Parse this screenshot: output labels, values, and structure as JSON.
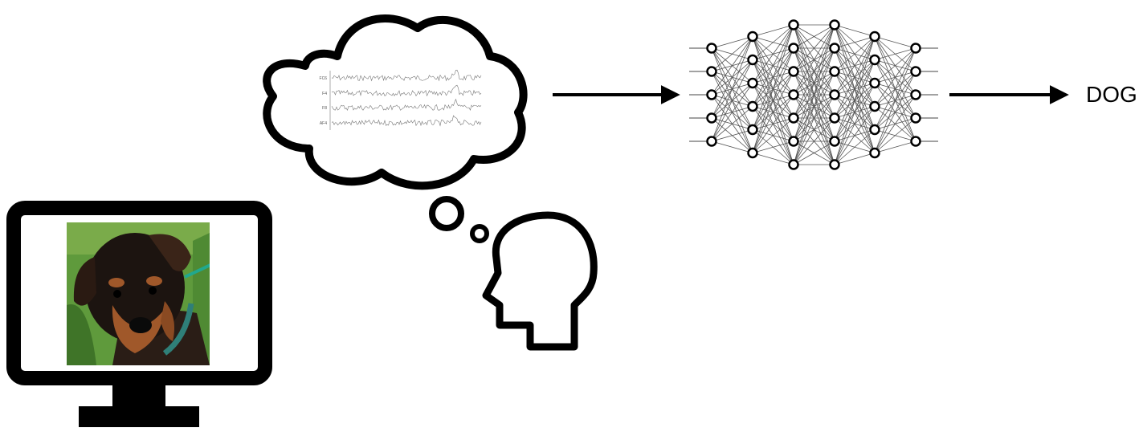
{
  "diagram": {
    "output_label": "DOG",
    "eeg_channels": [
      "FC6",
      "F4",
      "F8",
      "AF4"
    ],
    "stimulus": {
      "subject": "dog",
      "colors": {
        "grass": "#5f9a3c",
        "grass_dark": "#3f7428",
        "fur_dark": "#1c1410",
        "fur_tan": "#a0582a",
        "collar": "#2f7f78",
        "leash": "#21a88e"
      }
    },
    "network": {
      "layer_sizes": [
        5,
        6,
        7,
        7,
        6,
        5
      ]
    },
    "icons": [
      "monitor-icon",
      "thought-cloud-icon",
      "eeg-signal-icon",
      "head-icon",
      "neural-network-icon",
      "arrow-icon"
    ],
    "stroke_color": "#000000"
  }
}
